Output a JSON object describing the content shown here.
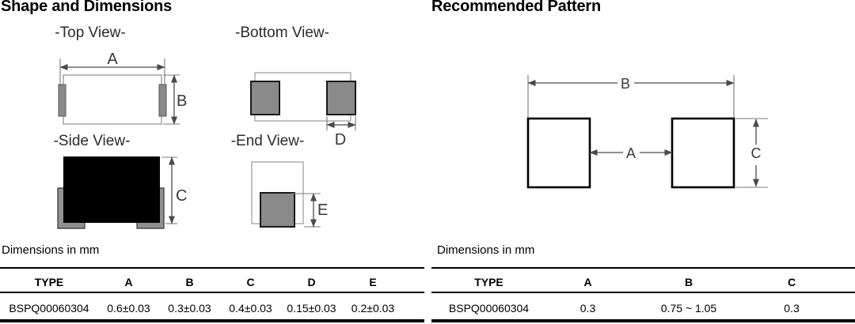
{
  "left": {
    "title": "Shape and Dimensions",
    "views": {
      "top": "-Top View-",
      "bottom": "-Bottom View-",
      "side": "-Side View-",
      "end": "-End View-"
    },
    "dims": {
      "a": "A",
      "b": "B",
      "c": "C",
      "d": "D",
      "e": "E"
    },
    "note": "Dimensions in mm",
    "table": {
      "headers": [
        "TYPE",
        "A",
        "B",
        "C",
        "D",
        "E"
      ],
      "row": [
        "BSPQ00060304",
        "0.6±0.03",
        "0.3±0.03",
        "0.4±0.03",
        "0.15±0.03",
        "0.2±0.03"
      ]
    }
  },
  "right": {
    "title": "Recommended Pattern",
    "dims": {
      "a": "A",
      "b": "B",
      "c": "C"
    },
    "note": "Dimensions in mm",
    "table": {
      "headers": [
        "TYPE",
        "A",
        "B",
        "C"
      ],
      "row": [
        "BSPQ00060304",
        "0.3",
        "0.75 ~ 1.05",
        "0.3"
      ]
    }
  },
  "colors": {
    "pad_gray": "#8a8a8a",
    "foot_gray": "#919191",
    "body_black": "#000000",
    "dim_line": "#4a4a4a",
    "witness_line": "#787878",
    "thin_outline": "#9a9a9a"
  }
}
